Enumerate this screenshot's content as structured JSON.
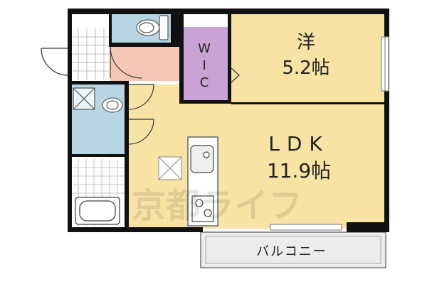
{
  "rooms": {
    "western_room": {
      "name": "洋",
      "size": "5.2帖"
    },
    "walk_in_closet": {
      "name": "WIC",
      "letters": [
        "W",
        "I",
        "C"
      ]
    },
    "ldk": {
      "name": "LDK",
      "size": "11.9帖"
    },
    "balcony": {
      "name": "バルコニー"
    }
  },
  "watermark": "京都ライフ",
  "colors": {
    "wall": "#111111",
    "western_floor": "#f7e4a4",
    "ldk_floor": "#f7e4a4",
    "wic_floor": "#c9a3d6",
    "entrance_floor": "#f6c6b5",
    "wet_area_floor": "#b8d5e3",
    "balcony_floor": "#ececec"
  }
}
